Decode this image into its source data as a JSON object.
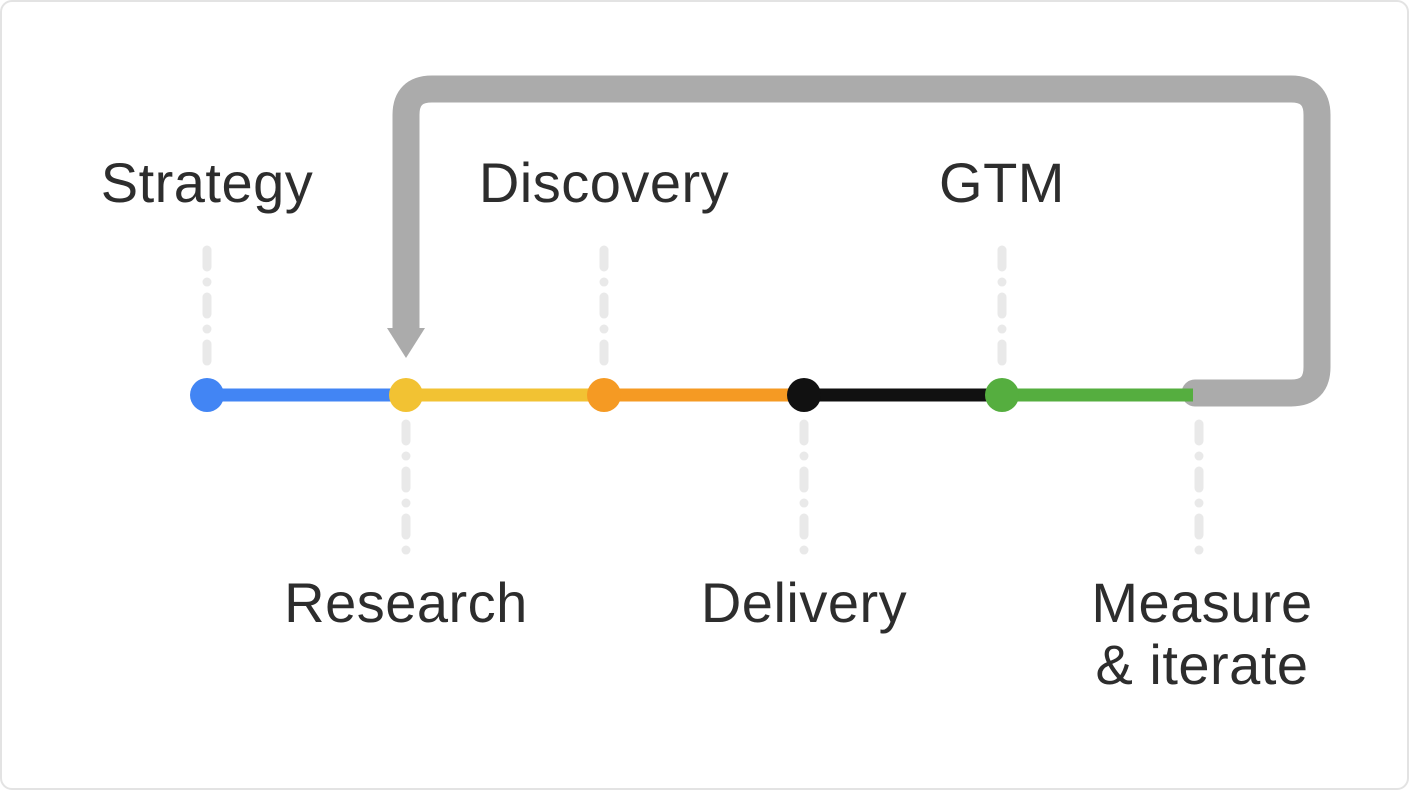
{
  "diagram": {
    "type": "process-loop-timeline",
    "stages": [
      {
        "id": "strategy",
        "label": "Strategy",
        "label_position": "top",
        "dot_color": "#4285F4"
      },
      {
        "id": "research",
        "label": "Research",
        "label_position": "bottom",
        "dot_color": "#F2C233"
      },
      {
        "id": "discovery",
        "label": "Discovery",
        "label_position": "top",
        "dot_color": "#F59A23"
      },
      {
        "id": "delivery",
        "label": "Delivery",
        "label_position": "bottom",
        "dot_color": "#111111"
      },
      {
        "id": "gtm",
        "label": "GTM",
        "label_position": "top",
        "dot_color": "#55AE3F"
      },
      {
        "id": "measure",
        "label": "Measure & iterate",
        "label_line1": "Measure",
        "label_line2": "& iterate",
        "label_position": "bottom"
      }
    ],
    "segments": [
      {
        "from": "strategy",
        "to": "research",
        "color": "#4285F4"
      },
      {
        "from": "research",
        "to": "discovery",
        "color": "#F2C233"
      },
      {
        "from": "discovery",
        "to": "delivery",
        "color": "#F59A23"
      },
      {
        "from": "delivery",
        "to": "gtm",
        "color": "#111111"
      },
      {
        "from": "gtm",
        "to": "measure",
        "color": "#55AE3F"
      }
    ],
    "loop_arrow": {
      "from": "measure",
      "to": "research",
      "color": "#ABABAB"
    },
    "connector_color": "#E9E9E9",
    "text_color": "#2D2D2D",
    "background": "#FFFFFF",
    "border_color": "#E3E3E3"
  }
}
